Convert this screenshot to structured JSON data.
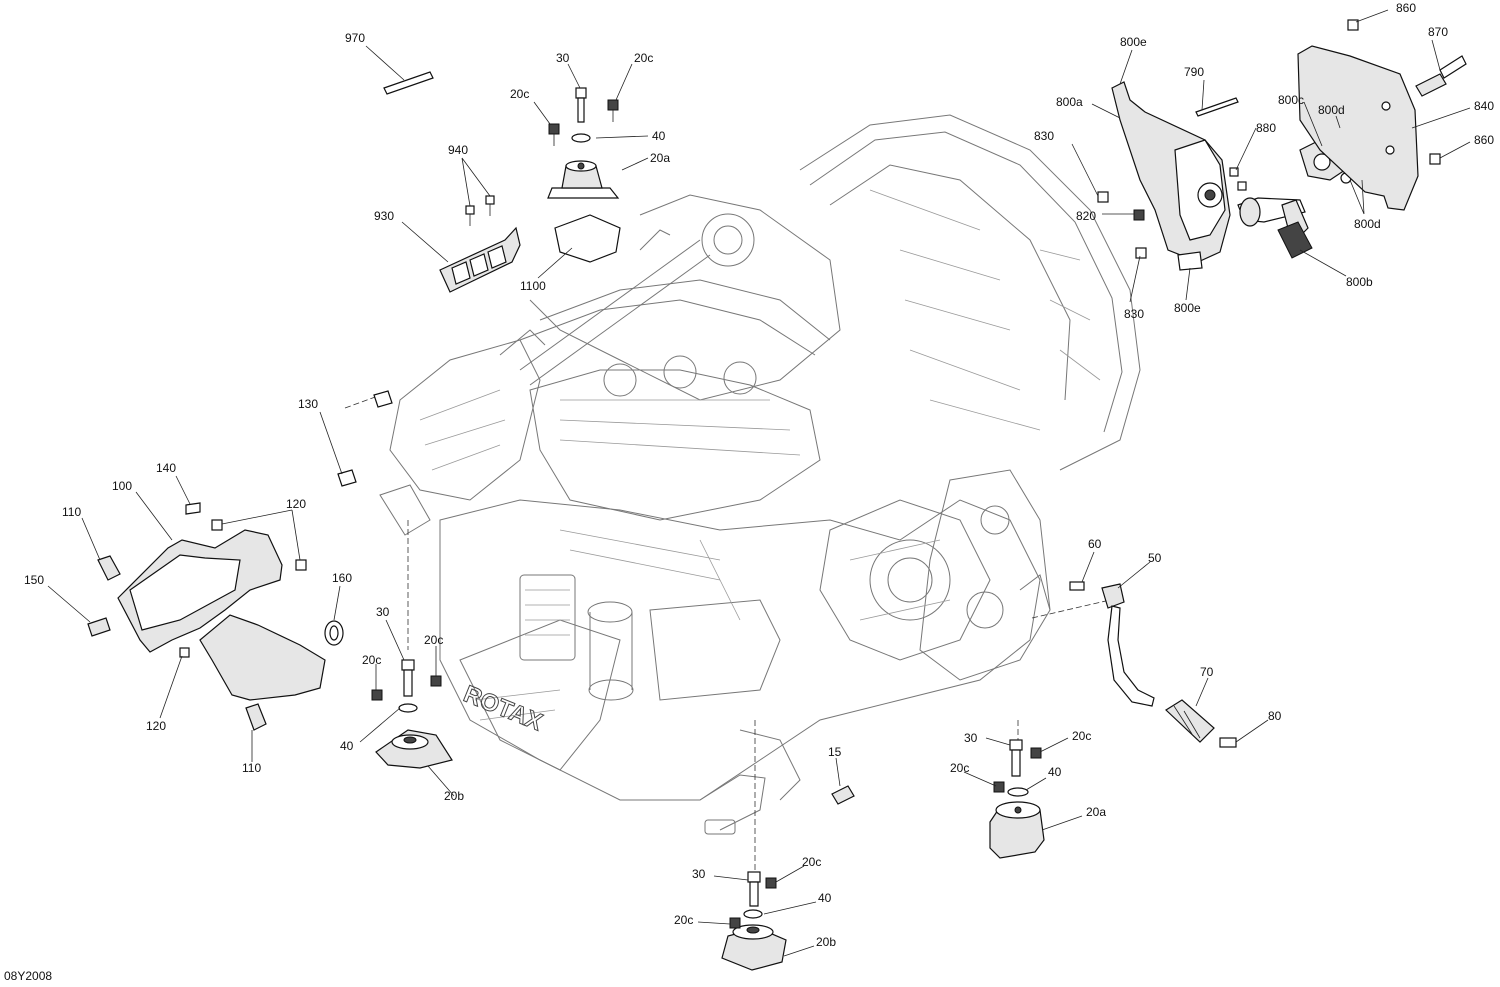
{
  "diagram_code": "08Y2008",
  "labels": {
    "l970": "970",
    "l30_top": "30",
    "l20c_top_r": "20c",
    "l20c_top_l": "20c",
    "l40_top": "40",
    "l20a_top": "20a",
    "l940": "940",
    "l930": "930",
    "l1100": "1100",
    "l800e_top": "800e",
    "l790": "790",
    "l860_top": "860",
    "l870": "870",
    "l800a": "800a",
    "l830_top": "830",
    "l880": "880",
    "l800c": "800c",
    "l800d_top": "800d",
    "l840": "840",
    "l860_r": "860",
    "l800d_bot": "800d",
    "l820": "820",
    "l830_bot": "830",
    "l800e_bot": "800e",
    "l800b": "800b",
    "l130": "130",
    "l140": "140",
    "l100": "100",
    "l120_top": "120",
    "l110_top": "110",
    "l150": "150",
    "l160": "160",
    "l120_bot": "120",
    "l110_bot": "110",
    "l30_mid": "30",
    "l20c_mid_r": "20c",
    "l20c_mid_l": "20c",
    "l40_mid": "40",
    "l20b_mid": "20b",
    "l60": "60",
    "l50": "50",
    "l70": "70",
    "l80": "80",
    "l15": "15",
    "l30_right": "30",
    "l20c_right_r": "20c",
    "l20c_right_l": "20c",
    "l40_right": "40",
    "l20a_right": "20a",
    "l30_bot": "30",
    "l20c_bot_r": "20c",
    "l40_bot": "40",
    "l20c_bot_l": "20c",
    "l20b_bot": "20b"
  },
  "engine_logo": "ROTAX"
}
